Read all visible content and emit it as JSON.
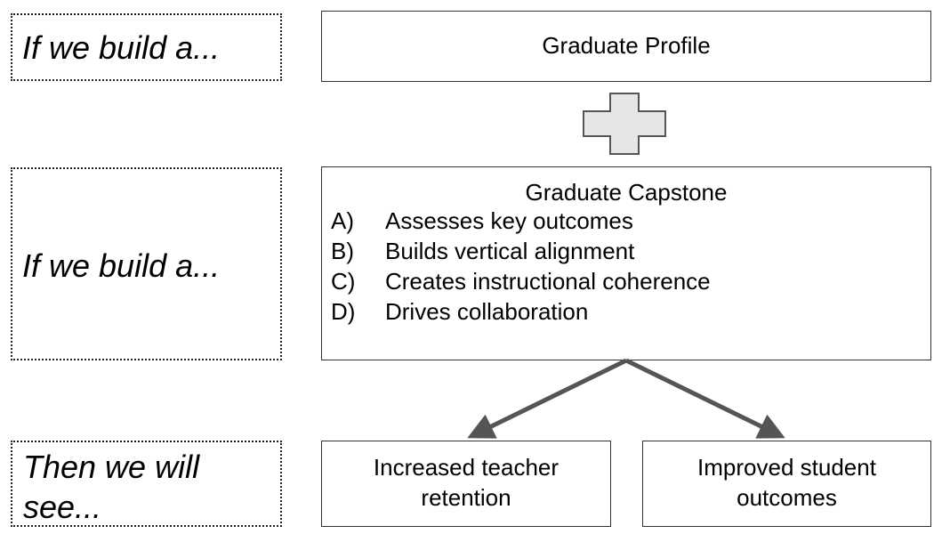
{
  "left_labels": [
    {
      "text": "If we build a..."
    },
    {
      "text": "If we build a..."
    },
    {
      "line1": "Then we will",
      "line2": "see..."
    }
  ],
  "profile": {
    "title": "Graduate Profile"
  },
  "capstone": {
    "title": "Graduate Capstone",
    "items": [
      {
        "letter": "A)",
        "text": "Assesses key outcomes"
      },
      {
        "letter": "B)",
        "text": "Builds vertical alignment"
      },
      {
        "letter": "C)",
        "text": "Creates instructional coherence"
      },
      {
        "letter": "D)",
        "text": "Drives collaboration"
      }
    ]
  },
  "outcomes": [
    {
      "line1": "Increased teacher",
      "line2": "retention"
    },
    {
      "line1": "Improved student",
      "line2": "outcomes"
    }
  ],
  "icons": {
    "plus": "plus-icon",
    "arrow": "arrow-icon"
  },
  "colors": {
    "border": "#333333",
    "arrow": "#555555",
    "plus_fill": "#e6e6e6",
    "plus_stroke": "#555555"
  }
}
